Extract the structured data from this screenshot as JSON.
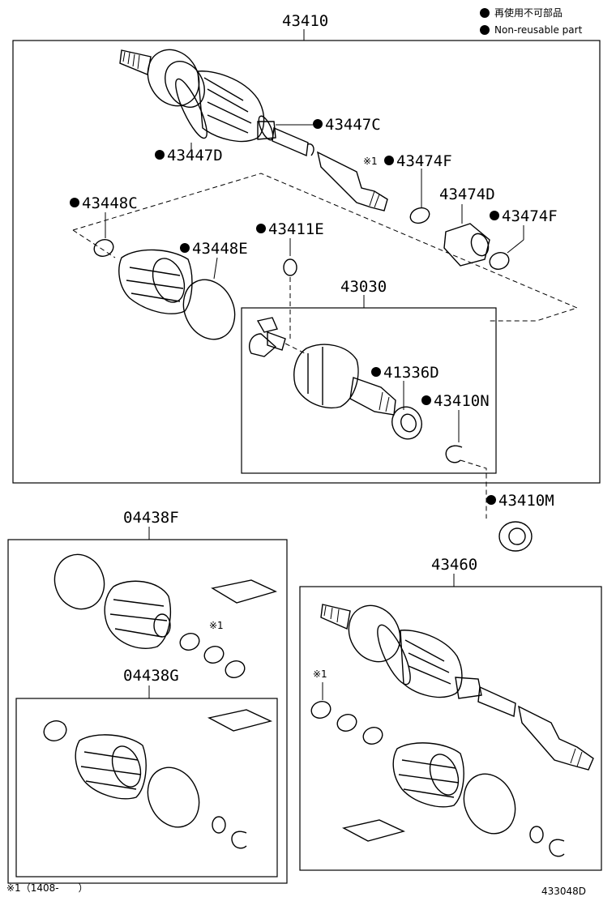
{
  "legend": {
    "line1": "再使用不可部品",
    "line2": "Non-reusable part"
  },
  "footer": {
    "note": "※1（1408-　　）",
    "diagram_code": "433048D"
  },
  "callouts": {
    "c43410": "43410",
    "c43447C": "43447C",
    "c43447D": "43447D",
    "c43474F_top": "43474F",
    "c43474F_top_ref": "※1",
    "c43448C": "43448C",
    "c43474D": "43474D",
    "c43474F_right": "43474F",
    "c43411E": "43411E",
    "c43448E": "43448E",
    "c43030": "43030",
    "c41336D": "41336D",
    "c43410N": "43410N",
    "c43410M": "43410M",
    "c04438F": "04438F",
    "c04438F_ref": "※1",
    "c04438G": "04438G",
    "c43460": "43460",
    "c43460_ref": "※1"
  }
}
